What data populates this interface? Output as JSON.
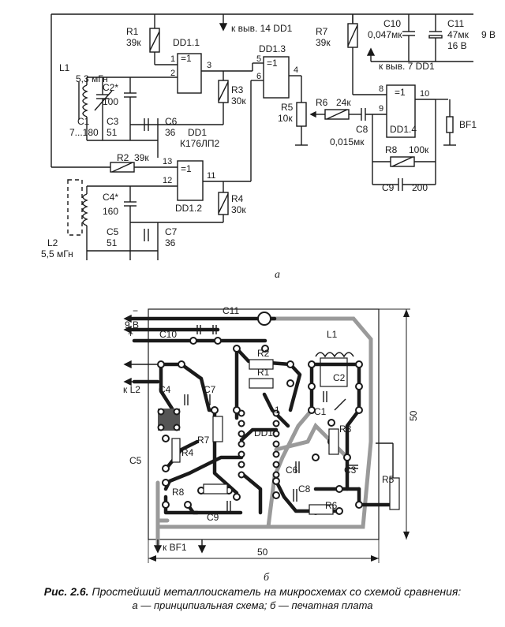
{
  "figure": {
    "label_a": "а",
    "label_b": "б",
    "caption_title_bold": "Рис. 2.6.",
    "caption_title_text": " Простейший металлоискатель на микросхемах со схемой сравнения:",
    "caption_sub": "а — принципиальная схема; б — печатная плата"
  },
  "schematic": {
    "r1": "R1",
    "r1_val": "39к",
    "dd11": "DD1.1",
    "dd13": "DD1.3",
    "dd14": "DD1.4",
    "dd12": "DD1.2",
    "gate_sym": "=1",
    "vyv14": "к выв. 14 DD1",
    "vyv7": "к выв. 7 DD1",
    "r7": "R7",
    "r7_val": "39к",
    "c10": "C10",
    "c10_val": "0,047мк",
    "c11": "C11",
    "c11_val": "47мк",
    "c11_v": "16 В",
    "v9": "9 В",
    "l1": "L1",
    "l1_val": "5,3 мГн",
    "c2": "C2*",
    "c2_val": "100",
    "c1": "C1",
    "c1_val": "7...180",
    "c3": "C3",
    "c3_val": "51",
    "c6": "C6",
    "c6_val": "36",
    "r3": "R3",
    "r3_val": "30к",
    "r5": "R5",
    "r5_val": "10к",
    "r6": "R6",
    "r6_val": "24к",
    "c8": "C8",
    "c8_val": "0,015мк",
    "r8": "R8",
    "r8_val": "100к",
    "c9": "C9",
    "c9_val": "200",
    "bf1": "BF1",
    "dd1": "DD1",
    "chip": "К176ЛП2",
    "r2": "R2",
    "r2_val": "39к",
    "c4": "C4*",
    "c4_val": "160",
    "c5": "C5",
    "c5_val": "51",
    "c7": "C7",
    "c7_val": "36",
    "r4": "R4",
    "r4_val": "30к",
    "l2": "L2",
    "l2_val": "5,5 мГн",
    "pins": [
      "1",
      "2",
      "3",
      "5",
      "6",
      "4",
      "8",
      "9",
      "10",
      "13",
      "12",
      "11"
    ]
  },
  "pcb": {
    "v9": "9 В",
    "c11": "C11",
    "c10": "C10",
    "l2": "к L2",
    "l1": "L1",
    "r2": "R2",
    "r1": "R1",
    "c4": "C4",
    "c7": "C7",
    "c2": "C2",
    "c1": "C1",
    "pin1": "1",
    "dd1": "DD1",
    "r3": "R3",
    "r7": "R7",
    "r4": "R4",
    "c5": "C5",
    "c6": "C6",
    "c3": "C3",
    "r5": "R5",
    "r8": "R8",
    "c8": "C8",
    "r6": "R6",
    "c9": "C9",
    "bf1": "к BF1",
    "dim_w": "50",
    "dim_h": "50",
    "plus": "+",
    "minus": "−"
  }
}
